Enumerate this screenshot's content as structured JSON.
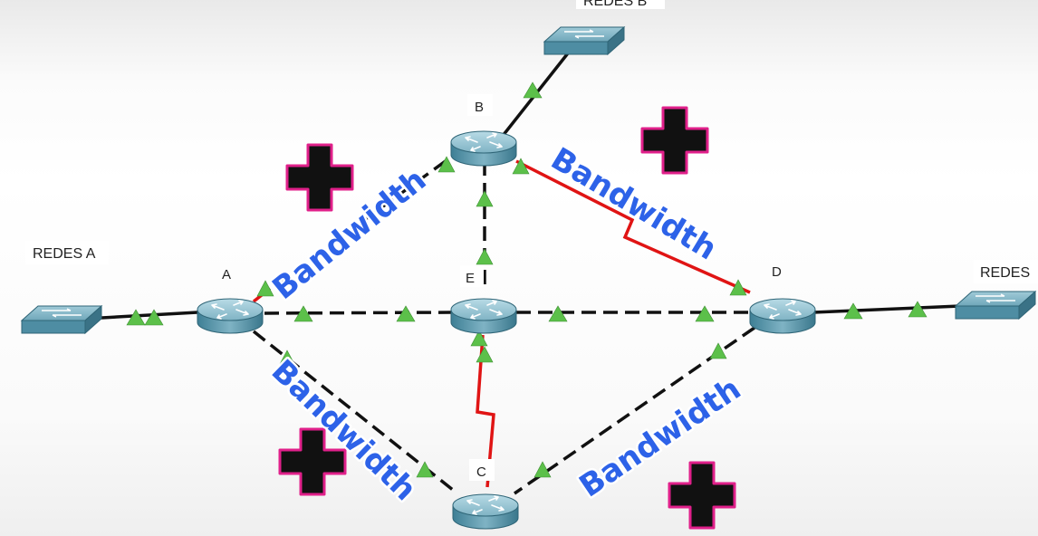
{
  "diagram": {
    "networks": [
      {
        "id": "redes-a",
        "label": "REDES A"
      },
      {
        "id": "redes-b",
        "label": "REDES B"
      },
      {
        "id": "redes-c",
        "label": "REDES"
      }
    ],
    "routers": [
      {
        "id": "A",
        "label": "A"
      },
      {
        "id": "B",
        "label": "B"
      },
      {
        "id": "C",
        "label": "C"
      },
      {
        "id": "D",
        "label": "D"
      },
      {
        "id": "E",
        "label": "E"
      }
    ],
    "bandwidth_label": "Bandwidth",
    "annotations": [
      "Bandwidth",
      "Bandwidth",
      "Bandwidth",
      "Bandwidth"
    ],
    "plus_symbol": "+",
    "colors": {
      "link_dashed": "#111111",
      "link_serial": "#e01414",
      "status_triangle": "#5cc04a",
      "annotation_text": "#2d62e8",
      "plus_fill": "#111111",
      "plus_outline": "#e0208a",
      "device": "#4e8da3"
    }
  }
}
